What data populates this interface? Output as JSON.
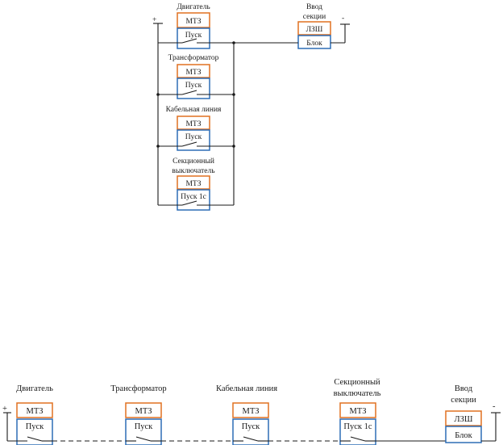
{
  "top": {
    "feeders": [
      {
        "label": [
          "Двигатель"
        ],
        "relay": "МТЗ",
        "contact": "Пуск"
      },
      {
        "label": [
          "Трансформатор"
        ],
        "relay": "МТЗ",
        "contact": "Пуск"
      },
      {
        "label": [
          "Кабельная линия"
        ],
        "relay": "МТЗ",
        "contact": "Пуск"
      },
      {
        "label": [
          "Секционный",
          "выключатель"
        ],
        "relay": "МТЗ",
        "contact": "Пуск 1с"
      }
    ],
    "input": {
      "label": [
        "Ввод",
        "секции"
      ],
      "relay": "ЛЗШ",
      "contact": "Блок"
    },
    "plus": "+",
    "minus": "-"
  },
  "bottom": {
    "feeders": [
      {
        "label": [
          "Двигатель"
        ],
        "relay": "МТЗ",
        "contact": "Пуск"
      },
      {
        "label": [
          "Трансформатор"
        ],
        "relay": "МТЗ",
        "contact": "Пуск"
      },
      {
        "label": [
          "Кабельная линия"
        ],
        "relay": "МТЗ",
        "contact": "Пуск"
      },
      {
        "label": [
          "Секционный",
          "выключатель"
        ],
        "relay": "МТЗ",
        "contact": "Пуск 1с"
      }
    ],
    "input": {
      "label": [
        "Ввод",
        "секции"
      ],
      "relay": "ЛЗШ",
      "contact": "Блок"
    },
    "plus": "+",
    "minus": "-"
  },
  "colors": {
    "relay_border": "#e07020",
    "contact_border": "#2d6db5",
    "wire": "#1a1a1a"
  }
}
